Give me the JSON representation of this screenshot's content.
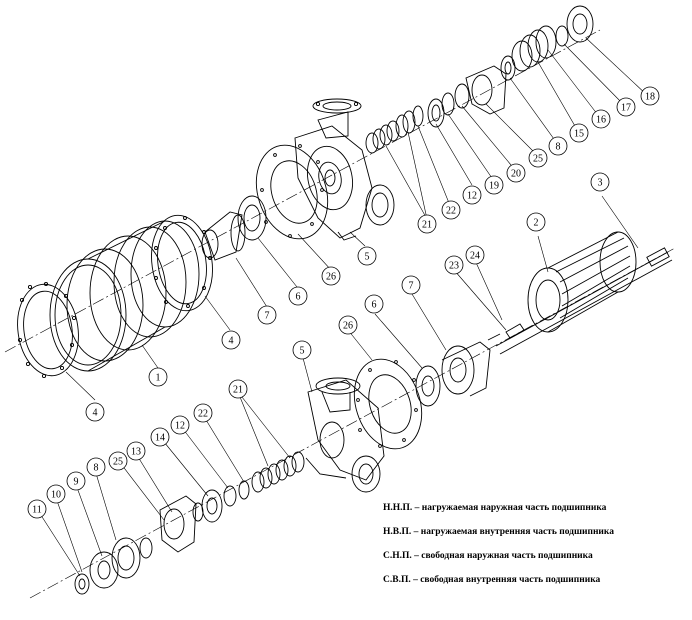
{
  "callouts": [
    {
      "id": "c1",
      "label": "1"
    },
    {
      "id": "c2",
      "label": "2"
    },
    {
      "id": "c3",
      "label": "3"
    },
    {
      "id": "c4a",
      "label": "4"
    },
    {
      "id": "c4b",
      "label": "4"
    },
    {
      "id": "c5a",
      "label": "5"
    },
    {
      "id": "c5b",
      "label": "5"
    },
    {
      "id": "c6a",
      "label": "6"
    },
    {
      "id": "c6b",
      "label": "6"
    },
    {
      "id": "c7a",
      "label": "7"
    },
    {
      "id": "c7b",
      "label": "7"
    },
    {
      "id": "c8a",
      "label": "8"
    },
    {
      "id": "c8b",
      "label": "8"
    },
    {
      "id": "c9",
      "label": "9"
    },
    {
      "id": "c10",
      "label": "10"
    },
    {
      "id": "c11",
      "label": "11"
    },
    {
      "id": "c12a",
      "label": "12"
    },
    {
      "id": "c12b",
      "label": "12"
    },
    {
      "id": "c13",
      "label": "13"
    },
    {
      "id": "c14",
      "label": "14"
    },
    {
      "id": "c15",
      "label": "15"
    },
    {
      "id": "c16",
      "label": "16"
    },
    {
      "id": "c17",
      "label": "17"
    },
    {
      "id": "c18",
      "label": "18"
    },
    {
      "id": "c19",
      "label": "19"
    },
    {
      "id": "c20",
      "label": "20"
    },
    {
      "id": "c21a",
      "label": "21"
    },
    {
      "id": "c21b",
      "label": "21"
    },
    {
      "id": "c22a",
      "label": "22"
    },
    {
      "id": "c22b",
      "label": "22"
    },
    {
      "id": "c23",
      "label": "23"
    },
    {
      "id": "c24",
      "label": "24"
    },
    {
      "id": "c25a",
      "label": "25"
    },
    {
      "id": "c25b",
      "label": "25"
    },
    {
      "id": "c26a",
      "label": "26"
    },
    {
      "id": "c26b",
      "label": "26"
    }
  ],
  "legend": [
    {
      "abbr": "Н.Н.П.",
      "text": " – нагружаемая наружная часть подшипника"
    },
    {
      "abbr": "Н.В.П.",
      "text": " – нагружаемая внутренняя часть подшипника"
    },
    {
      "abbr": "С.Н.П.",
      "text": " – свободная наружная часть подшипника"
    },
    {
      "abbr": "С.В.П.",
      "text": " – свободная внутренняя часть подшипника"
    }
  ]
}
